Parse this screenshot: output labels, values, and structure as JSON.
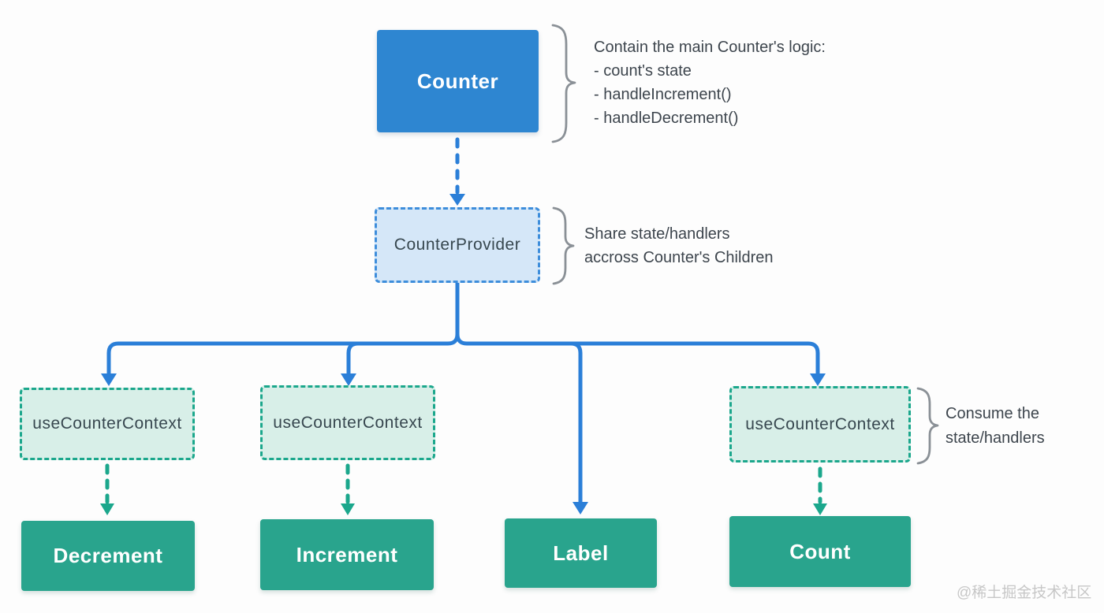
{
  "diagram": {
    "nodes": {
      "counter": "Counter",
      "provider": "CounterProvider",
      "use_context": "useCounterContext",
      "decrement": "Decrement",
      "increment": "Increment",
      "label": "Label",
      "count": "Count"
    },
    "annotations": {
      "counter_note": {
        "title": "Contain the main Counter's logic:",
        "items": [
          "- count's state",
          "- handleIncrement()",
          "- handleDecrement()"
        ]
      },
      "provider_note": {
        "line1": "Share state/handlers",
        "line2": "accross Counter's Children"
      },
      "consume_note": {
        "line1": "Consume the",
        "line2": "state/handlers"
      }
    },
    "watermark": "@稀土掘金技术社区",
    "colors": {
      "solid_blue_fill": "#2e86d1",
      "light_blue_fill": "#d5e7f8",
      "blue_dash_border": "#3d8ddb",
      "connector_blue": "#2b7fd8",
      "solid_teal_fill": "#29a48d",
      "light_teal_fill": "#d8efe8",
      "teal_dash_border": "#1ba78c",
      "brace_gray": "#8a9096",
      "note_text": "#3d454d",
      "watermark_gray": "#c7c7c7"
    }
  }
}
